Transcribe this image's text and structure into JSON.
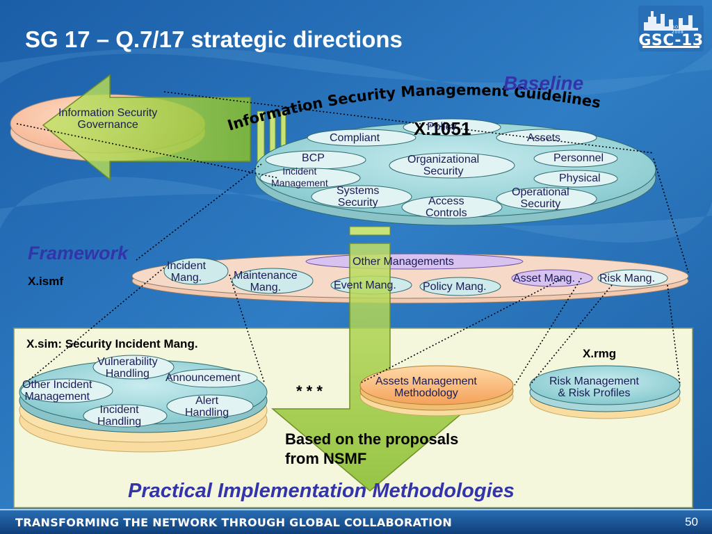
{
  "slide": {
    "title": "SG 17 – Q.7/17 strategic directions",
    "footer": "TRANSFORMING THE NETWORK THROUGH GLOBAL COLLABORATION",
    "page_number": "50",
    "logo_text": "GSC-13",
    "logo_city": "BOSTON 2008"
  },
  "baseline": {
    "code": "X.1051",
    "title": "Baseline",
    "arc_text": "Information Security Management Guidelines",
    "items": [
      "Policy",
      "Compliant",
      "Assets",
      "BCP",
      "Organizational\nSecurity",
      "Personnel",
      "Incident\nManagement",
      "Physical",
      "Systems\nSecurity",
      "Operational\nSecurity",
      "Access\nControls"
    ]
  },
  "governance": {
    "label": "Information Security\nGovernance"
  },
  "framework": {
    "title": "Framework",
    "code": "X.ismf",
    "items": [
      "Incident\nMang.",
      "Maintenance\nMang.",
      "Other Managements",
      "Event Mang.",
      "Policy Mang.",
      "Asset Mang.",
      "Risk Mang."
    ]
  },
  "practical": {
    "sim_title": "X.sim: Security Incident Mang.",
    "sim_items": [
      "Vulnerability\nHandling",
      "Announcement",
      "Other Incident\nManagement",
      "Alert\nHandling",
      "Incident\nHandling"
    ],
    "ellipsis": "* * *",
    "assets_method": "Assets Management\nMethodology",
    "rmg_code": "X.rmg",
    "risk_profiles": "Risk Management\n& Risk Profiles",
    "proposal_note": "Based on the proposals\nfrom NSMF",
    "title": "Practical Implementation Methodologies"
  }
}
